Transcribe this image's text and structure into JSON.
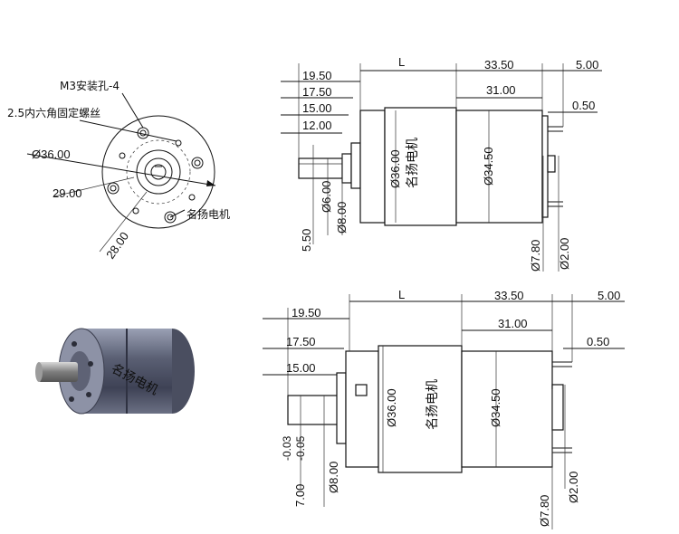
{
  "front_view": {
    "m3_hole": "M3安装孔-4",
    "hex_screw": "2.5内六角固定螺丝",
    "dia": "Ø36.00",
    "d29": "29.00",
    "d28": "28.00",
    "brand": "名扬电机"
  },
  "top_drawing": {
    "L": "L",
    "d3350": "33.50",
    "d500": "5.00",
    "d1950": "19.50",
    "d1750": "17.50",
    "d3100": "31.00",
    "d1500": "15.00",
    "d050": "0.50",
    "d1200": "12.00",
    "d550": "5.50",
    "shaft6": "Ø6.00",
    "shaft8": "Ø8.00",
    "body36": "Ø36.00",
    "body345": "Ø34.50",
    "brand": "名扬电机",
    "d780": "Ø7.80",
    "d200": "Ø2.00"
  },
  "bottom_drawing": {
    "L": "L",
    "d3350": "33.50",
    "d500": "5.00",
    "d1950": "19.50",
    "d3100": "31.00",
    "d1750": "17.50",
    "d050": "0.50",
    "d1500": "15.00",
    "tol_upper": "-0.03",
    "tol_lower": "-0.05",
    "d700": "7.00",
    "shaft8": "Ø8.00",
    "body36": "Ø36.00",
    "body345": "Ø34.50",
    "brand": "名扬电机",
    "d780": "Ø7.80",
    "d200": "Ø2.00"
  },
  "photo": {
    "brand": "名扬电机"
  }
}
